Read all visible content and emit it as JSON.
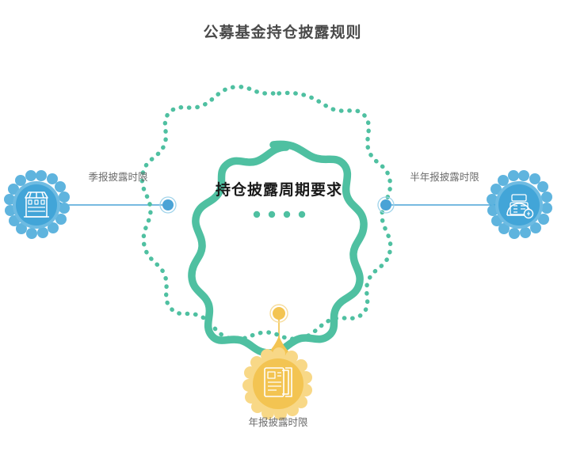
{
  "page": {
    "title": "公募基金持仓披露规则",
    "background_color": "#ffffff",
    "title_color": "#4a4a4a"
  },
  "center": {
    "title": "持仓披露周期要求",
    "dots_count": 4,
    "ring_color": "#4fc0a1",
    "dotted_ring_color": "#4fc0a1",
    "dot_color": "#4fc0a1",
    "title_color": "#1a1a1a"
  },
  "nodes": [
    {
      "id": "quarterly",
      "label": "季报披露时限",
      "icon": "storefront-icon",
      "color": "#42a5d8",
      "position": "left",
      "connector_color": "#4aa3d6"
    },
    {
      "id": "semiannual",
      "label": "半年报披露时限",
      "icon": "document-seal-icon",
      "color": "#42a5d8",
      "position": "right",
      "connector_color": "#4aa3d6"
    },
    {
      "id": "annual",
      "label": "年报披露时限",
      "icon": "stacked-documents-icon",
      "color": "#f3c452",
      "position": "bottom",
      "connector_color": "#f5cd6b"
    }
  ],
  "connectors": [
    {
      "id": "left-connector",
      "node_dot_color": "#4aa3d6"
    },
    {
      "id": "right-connector",
      "node_dot_color": "#4aa3d6"
    },
    {
      "id": "bottom-connector",
      "node_dot_color": "#f3c452"
    }
  ]
}
